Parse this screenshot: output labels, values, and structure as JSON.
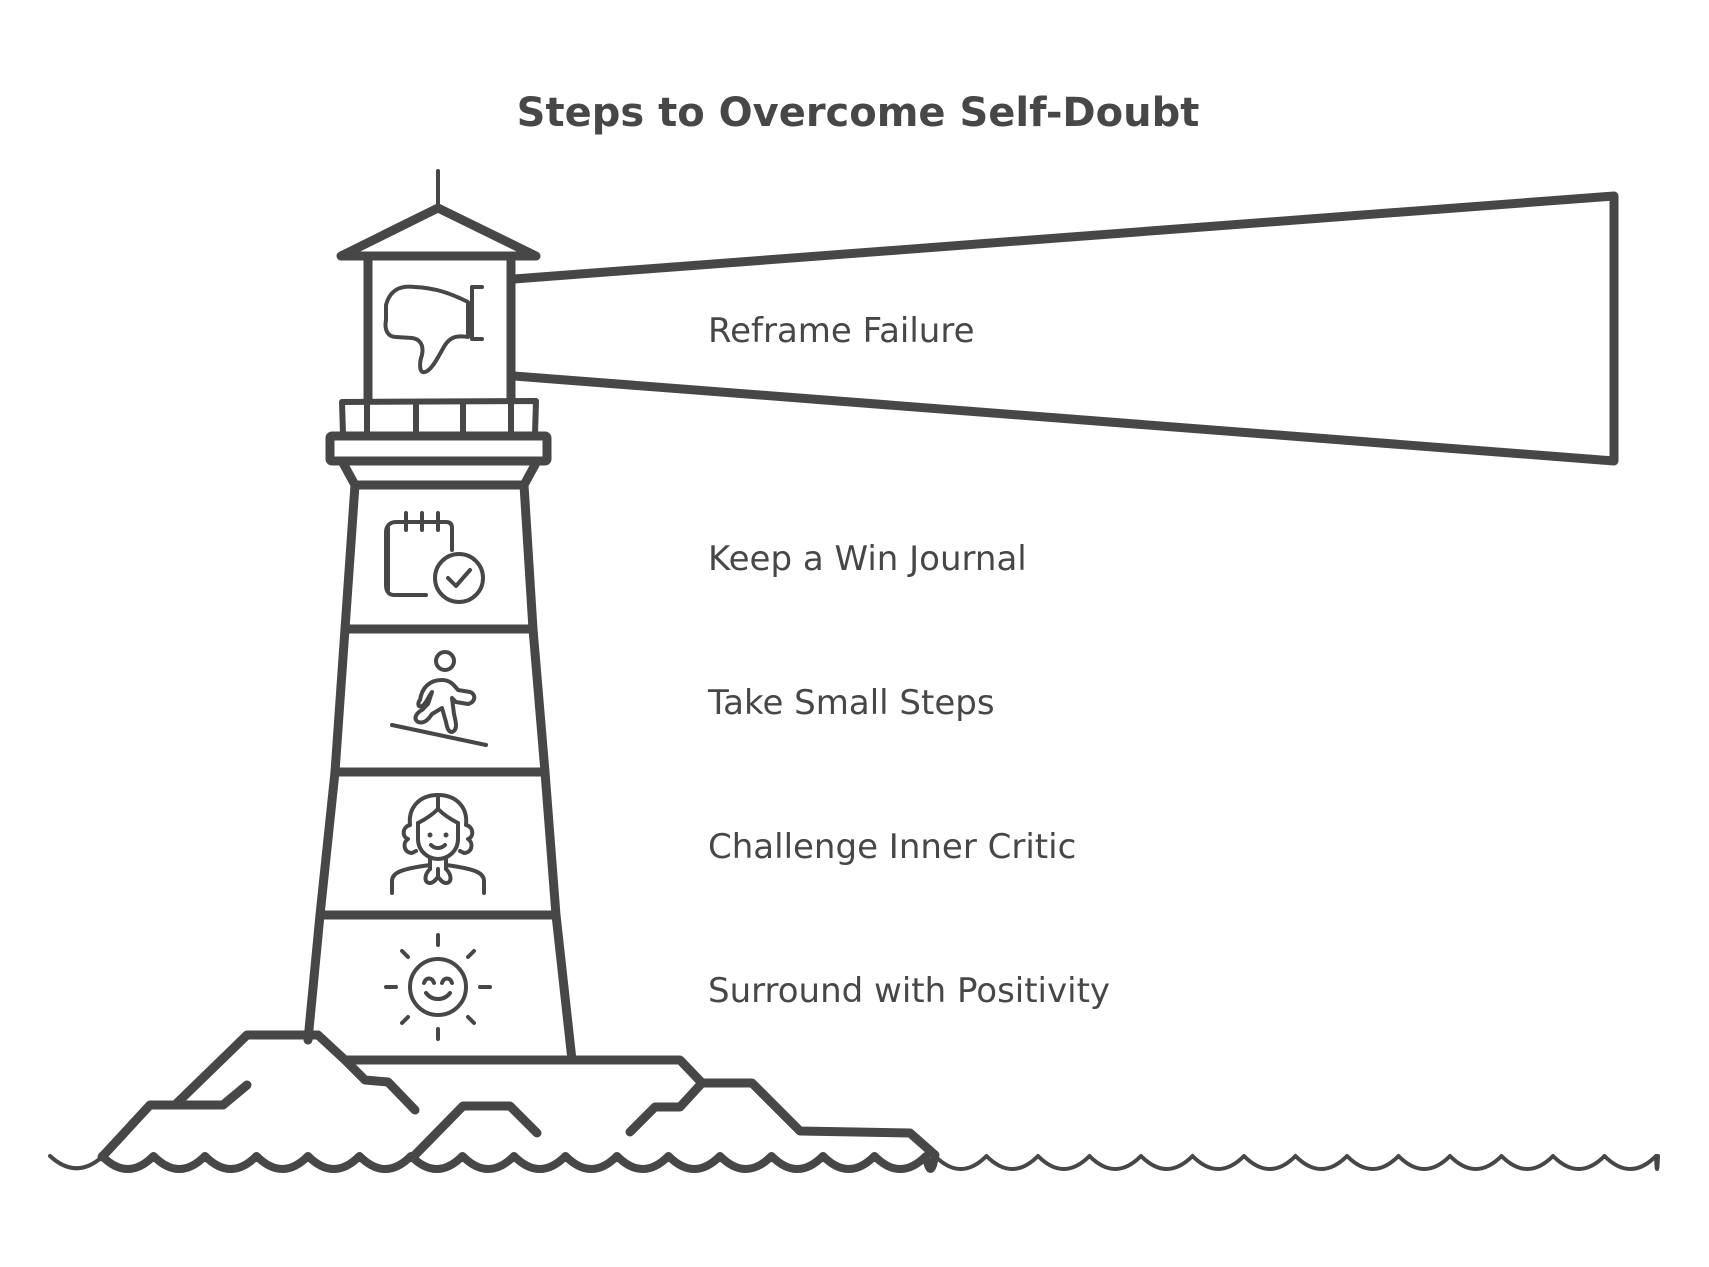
{
  "title": "Steps to Overcome Self-Doubt",
  "colors": {
    "ink": "#474747",
    "background": "#ffffff"
  },
  "steps": [
    {
      "label": "Reframe Failure",
      "icon": "thumbs-down-icon",
      "location": "lamp-room-beam"
    },
    {
      "label": "Keep a Win Journal",
      "icon": "calendar-check-icon",
      "location": "tower-band-1"
    },
    {
      "label": "Take Small Steps",
      "icon": "person-climbing-icon",
      "location": "tower-band-2"
    },
    {
      "label": "Challenge Inner Critic",
      "icon": "judge-person-icon",
      "location": "tower-band-3"
    },
    {
      "label": "Surround with Positivity",
      "icon": "smiling-sun-icon",
      "location": "tower-band-4"
    }
  ]
}
